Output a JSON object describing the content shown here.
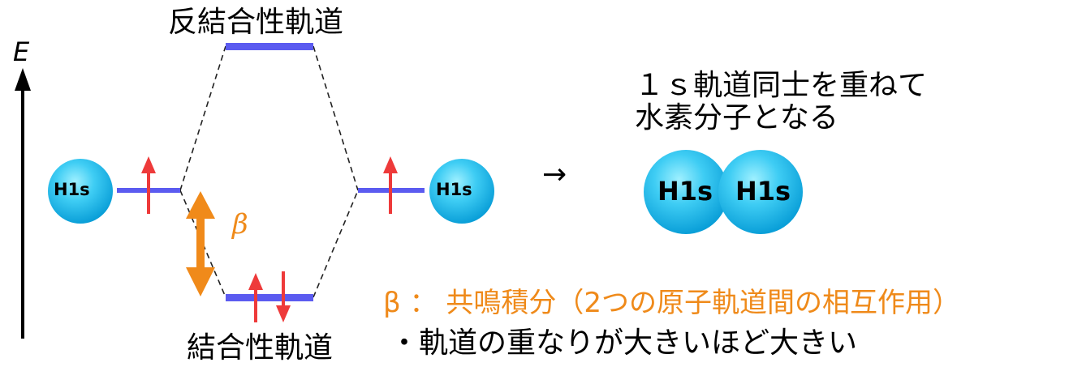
{
  "energy_axis": {
    "label": "E"
  },
  "orbitals": {
    "antibonding": {
      "label": "反結合性軌道"
    },
    "bonding": {
      "label": "結合性軌道"
    },
    "left_atom": {
      "label": "H1s"
    },
    "right_atom": {
      "label": "H1s"
    }
  },
  "beta": {
    "symbol": "β"
  },
  "reaction_arrow": "→",
  "explanation": {
    "line1": "１ｓ軌道同士を重ねて",
    "line2": "水素分子となる"
  },
  "molecule": {
    "atom_left": "H1s",
    "atom_right": "H1s"
  },
  "beta_definition": "β ： 共鳴積分（2つの原子軌道間の相互作用）",
  "note": "・軌道の重なりが大きいほど大きい",
  "colors": {
    "orbital_level": "#5b5bf0",
    "spin_arrow": "#ee3a3a",
    "beta_arrow": "#f08a1a",
    "atom_sphere": "#19b6ea",
    "text_orange": "#ef8a1a"
  }
}
